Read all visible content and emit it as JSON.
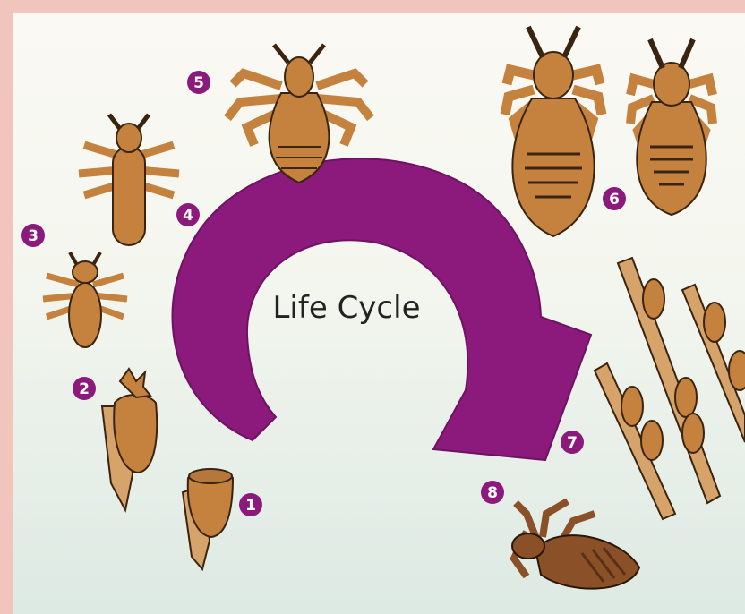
{
  "title": "Life Cycle",
  "stages": [
    {
      "number": "1",
      "name": "nit-icon"
    },
    {
      "number": "2",
      "name": "hatching-nit-icon"
    },
    {
      "number": "3",
      "name": "nymph-stage-1-icon"
    },
    {
      "number": "4",
      "name": "nymph-stage-2-icon"
    },
    {
      "number": "5",
      "name": "nymph-stage-3-icon"
    },
    {
      "number": "6",
      "name": "adult-lice-icon"
    },
    {
      "number": "7",
      "name": "nits-on-hair-icon"
    },
    {
      "number": "8",
      "name": "dead-louse-icon"
    }
  ],
  "colors": {
    "louse_fill": "#c4823e",
    "louse_dark": "#8a5028",
    "outline": "#3a2410",
    "hair": "#d6a36a",
    "arrow": "#8c1a7c",
    "badge": "#8c1a7c",
    "frame": "#f1c5bd"
  }
}
